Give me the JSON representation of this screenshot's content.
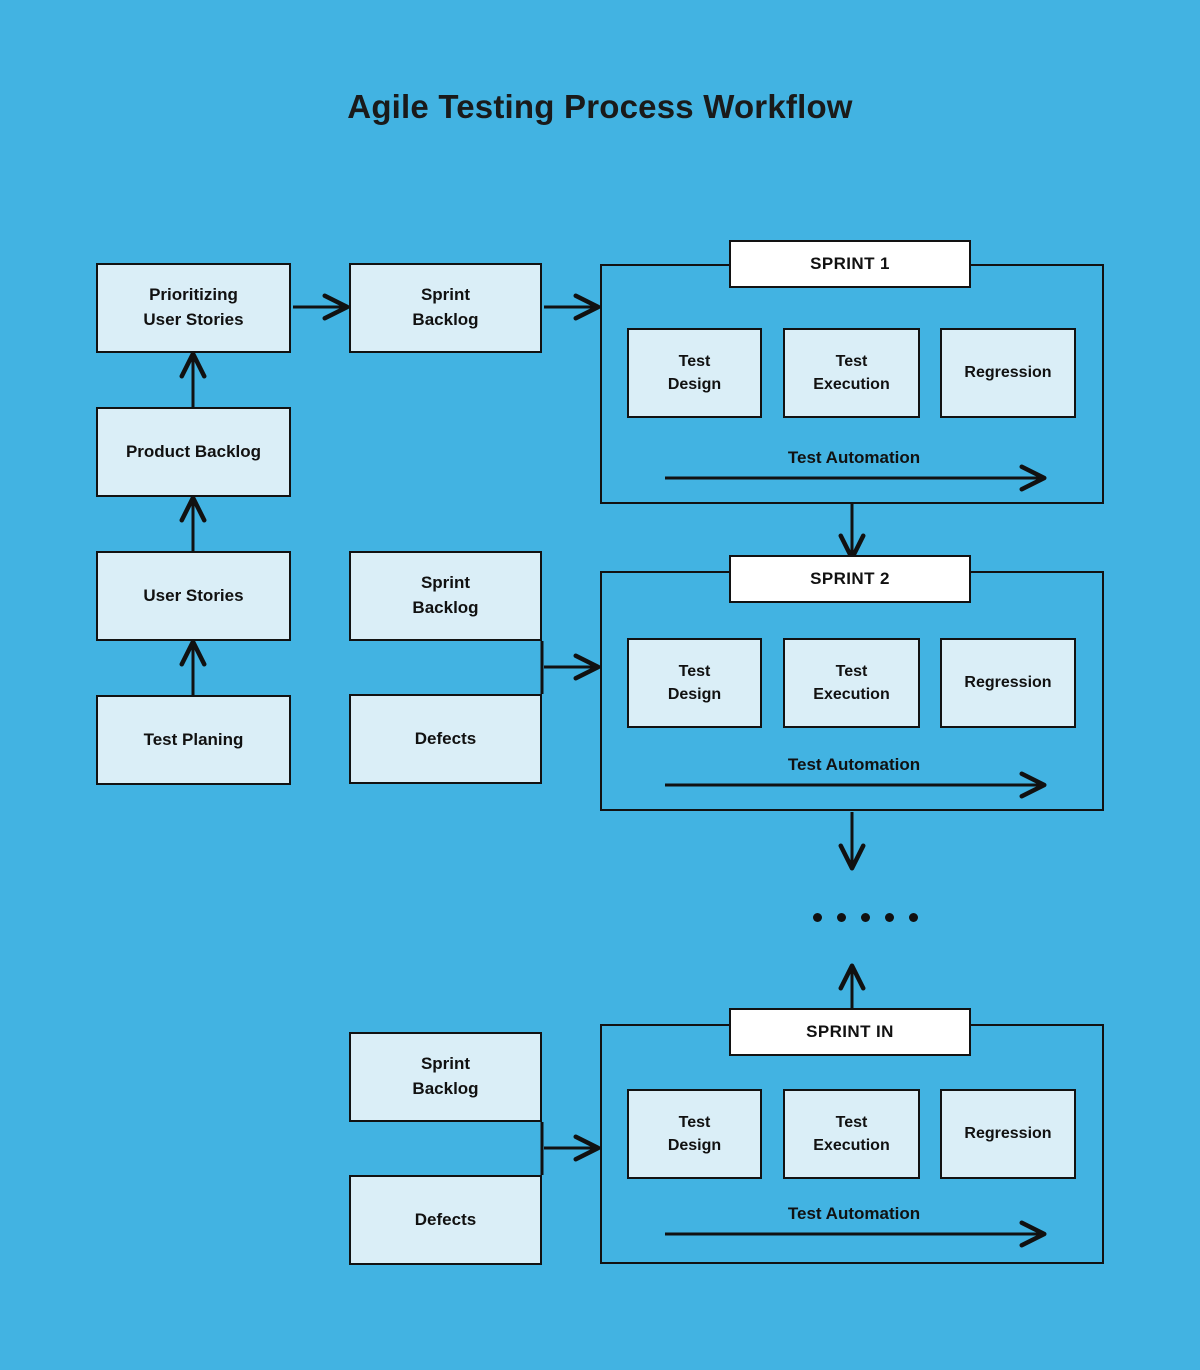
{
  "page": {
    "title": "Agile Testing Process Workflow",
    "background_color": "#42b3e2",
    "box_fill_color": "#daeef7",
    "tab_fill_color": "#ffffff",
    "stroke_color": "#121212",
    "text_color": "#111111"
  },
  "intake_column": {
    "items": [
      {
        "label": "Prioritizing\nUser Stories"
      },
      {
        "label": "Product Backlog"
      },
      {
        "label": "User Stories"
      },
      {
        "label": "Test Planing"
      }
    ]
  },
  "feed_column": {
    "items": [
      {
        "label": "Sprint\nBacklog"
      },
      {
        "label": "Sprint\nBacklog"
      },
      {
        "label": "Defects"
      },
      {
        "label": "Sprint\nBacklog"
      },
      {
        "label": "Defects"
      }
    ]
  },
  "sprints": [
    {
      "tab_label": "SPRINT 1",
      "activities": [
        {
          "label": "Test\nDesign"
        },
        {
          "label": "Test\nExecution"
        },
        {
          "label": "Regression"
        }
      ],
      "automation_label": "Test Automation"
    },
    {
      "tab_label": "SPRINT 2",
      "activities": [
        {
          "label": "Test\nDesign"
        },
        {
          "label": "Test\nExecution"
        },
        {
          "label": "Regression"
        }
      ],
      "automation_label": "Test Automation"
    },
    {
      "tab_label": "SPRINT IN",
      "activities": [
        {
          "label": "Test\nDesign"
        },
        {
          "label": "Test\nExecution"
        },
        {
          "label": "Regression"
        }
      ],
      "automation_label": "Test Automation"
    }
  ],
  "ellipsis": {
    "dot_count": 5,
    "meaning": "continuation-of-sprints"
  },
  "chart_data": {
    "type": "diagram",
    "title": "Agile Testing Process Workflow",
    "nodes": [
      "Test Planing",
      "User Stories",
      "Product Backlog",
      "Prioritizing User Stories",
      "Sprint Backlog",
      "Defects",
      "SPRINT 1",
      "SPRINT 2",
      "SPRINT IN",
      "Test Design",
      "Test Execution",
      "Regression",
      "Test Automation"
    ],
    "edges": [
      {
        "from": "Test Planing",
        "to": "User Stories",
        "direction": "up"
      },
      {
        "from": "User Stories",
        "to": "Product Backlog",
        "direction": "up"
      },
      {
        "from": "Product Backlog",
        "to": "Prioritizing User Stories",
        "direction": "up"
      },
      {
        "from": "Prioritizing User Stories",
        "to": "Sprint Backlog",
        "direction": "right"
      },
      {
        "from": "Sprint Backlog",
        "to": "SPRINT 1",
        "direction": "right"
      },
      {
        "from": "SPRINT 1",
        "to": "SPRINT 2",
        "direction": "down"
      },
      {
        "from": "Sprint Backlog / Defects",
        "to": "SPRINT 2",
        "direction": "right"
      },
      {
        "from": "SPRINT 2",
        "to": "ellipsis",
        "direction": "down"
      },
      {
        "from": "ellipsis",
        "to": "SPRINT IN",
        "direction": "up"
      },
      {
        "from": "Sprint Backlog / Defects",
        "to": "SPRINT IN",
        "direction": "right"
      }
    ]
  }
}
